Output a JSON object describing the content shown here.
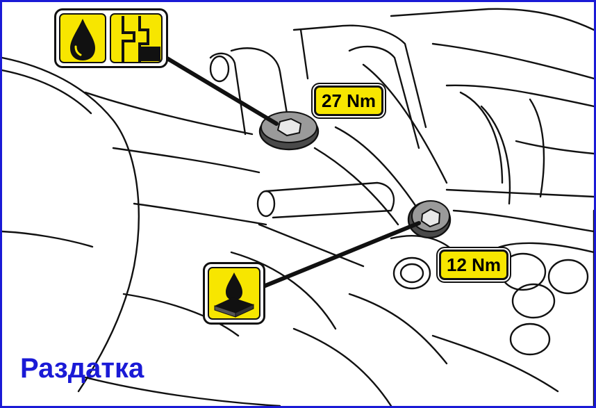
{
  "caption": "Раздатка",
  "callouts": {
    "upper_plug_torque": "27 Nm",
    "lower_plug_torque": "12 Nm"
  },
  "icons": {
    "upper_left": [
      "oil-drop-icon",
      "drain-plug-icon"
    ],
    "lower_left": "sealant-icon"
  },
  "colors": {
    "border": "#1a1ad6",
    "caption": "#1a1ad6",
    "badge_fill": "#f7e600",
    "outline": "#111111"
  }
}
